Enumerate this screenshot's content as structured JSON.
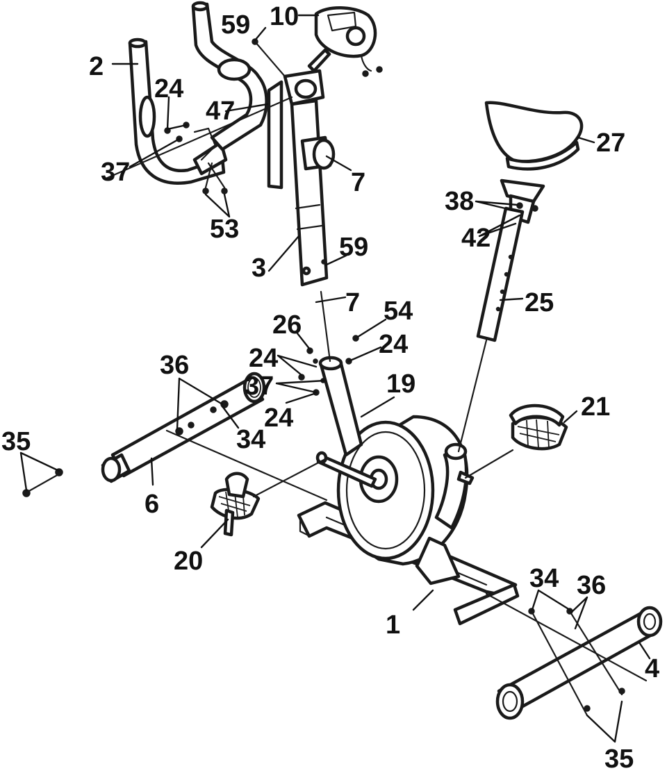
{
  "diagram": {
    "labels": {
      "p1": "1",
      "p2": "2",
      "p3": "3",
      "p4": "4",
      "p6": "6",
      "p7a": "7",
      "p7b": "7",
      "p10": "10",
      "p19": "19",
      "p20": "20",
      "p21": "21",
      "p24a": "24",
      "p24b": "24",
      "p24c": "24",
      "p24d": "24",
      "p25": "25",
      "p26": "26",
      "p27": "27",
      "p34a": "34",
      "p34b": "34",
      "p35a": "35",
      "p35b": "35",
      "p36a": "36",
      "p36b": "36",
      "p37a": "37",
      "p37b": "37",
      "p38": "38",
      "p42": "42",
      "p47": "47",
      "p53": "53",
      "p54": "54",
      "p59a": "59",
      "p59b": "59"
    }
  }
}
